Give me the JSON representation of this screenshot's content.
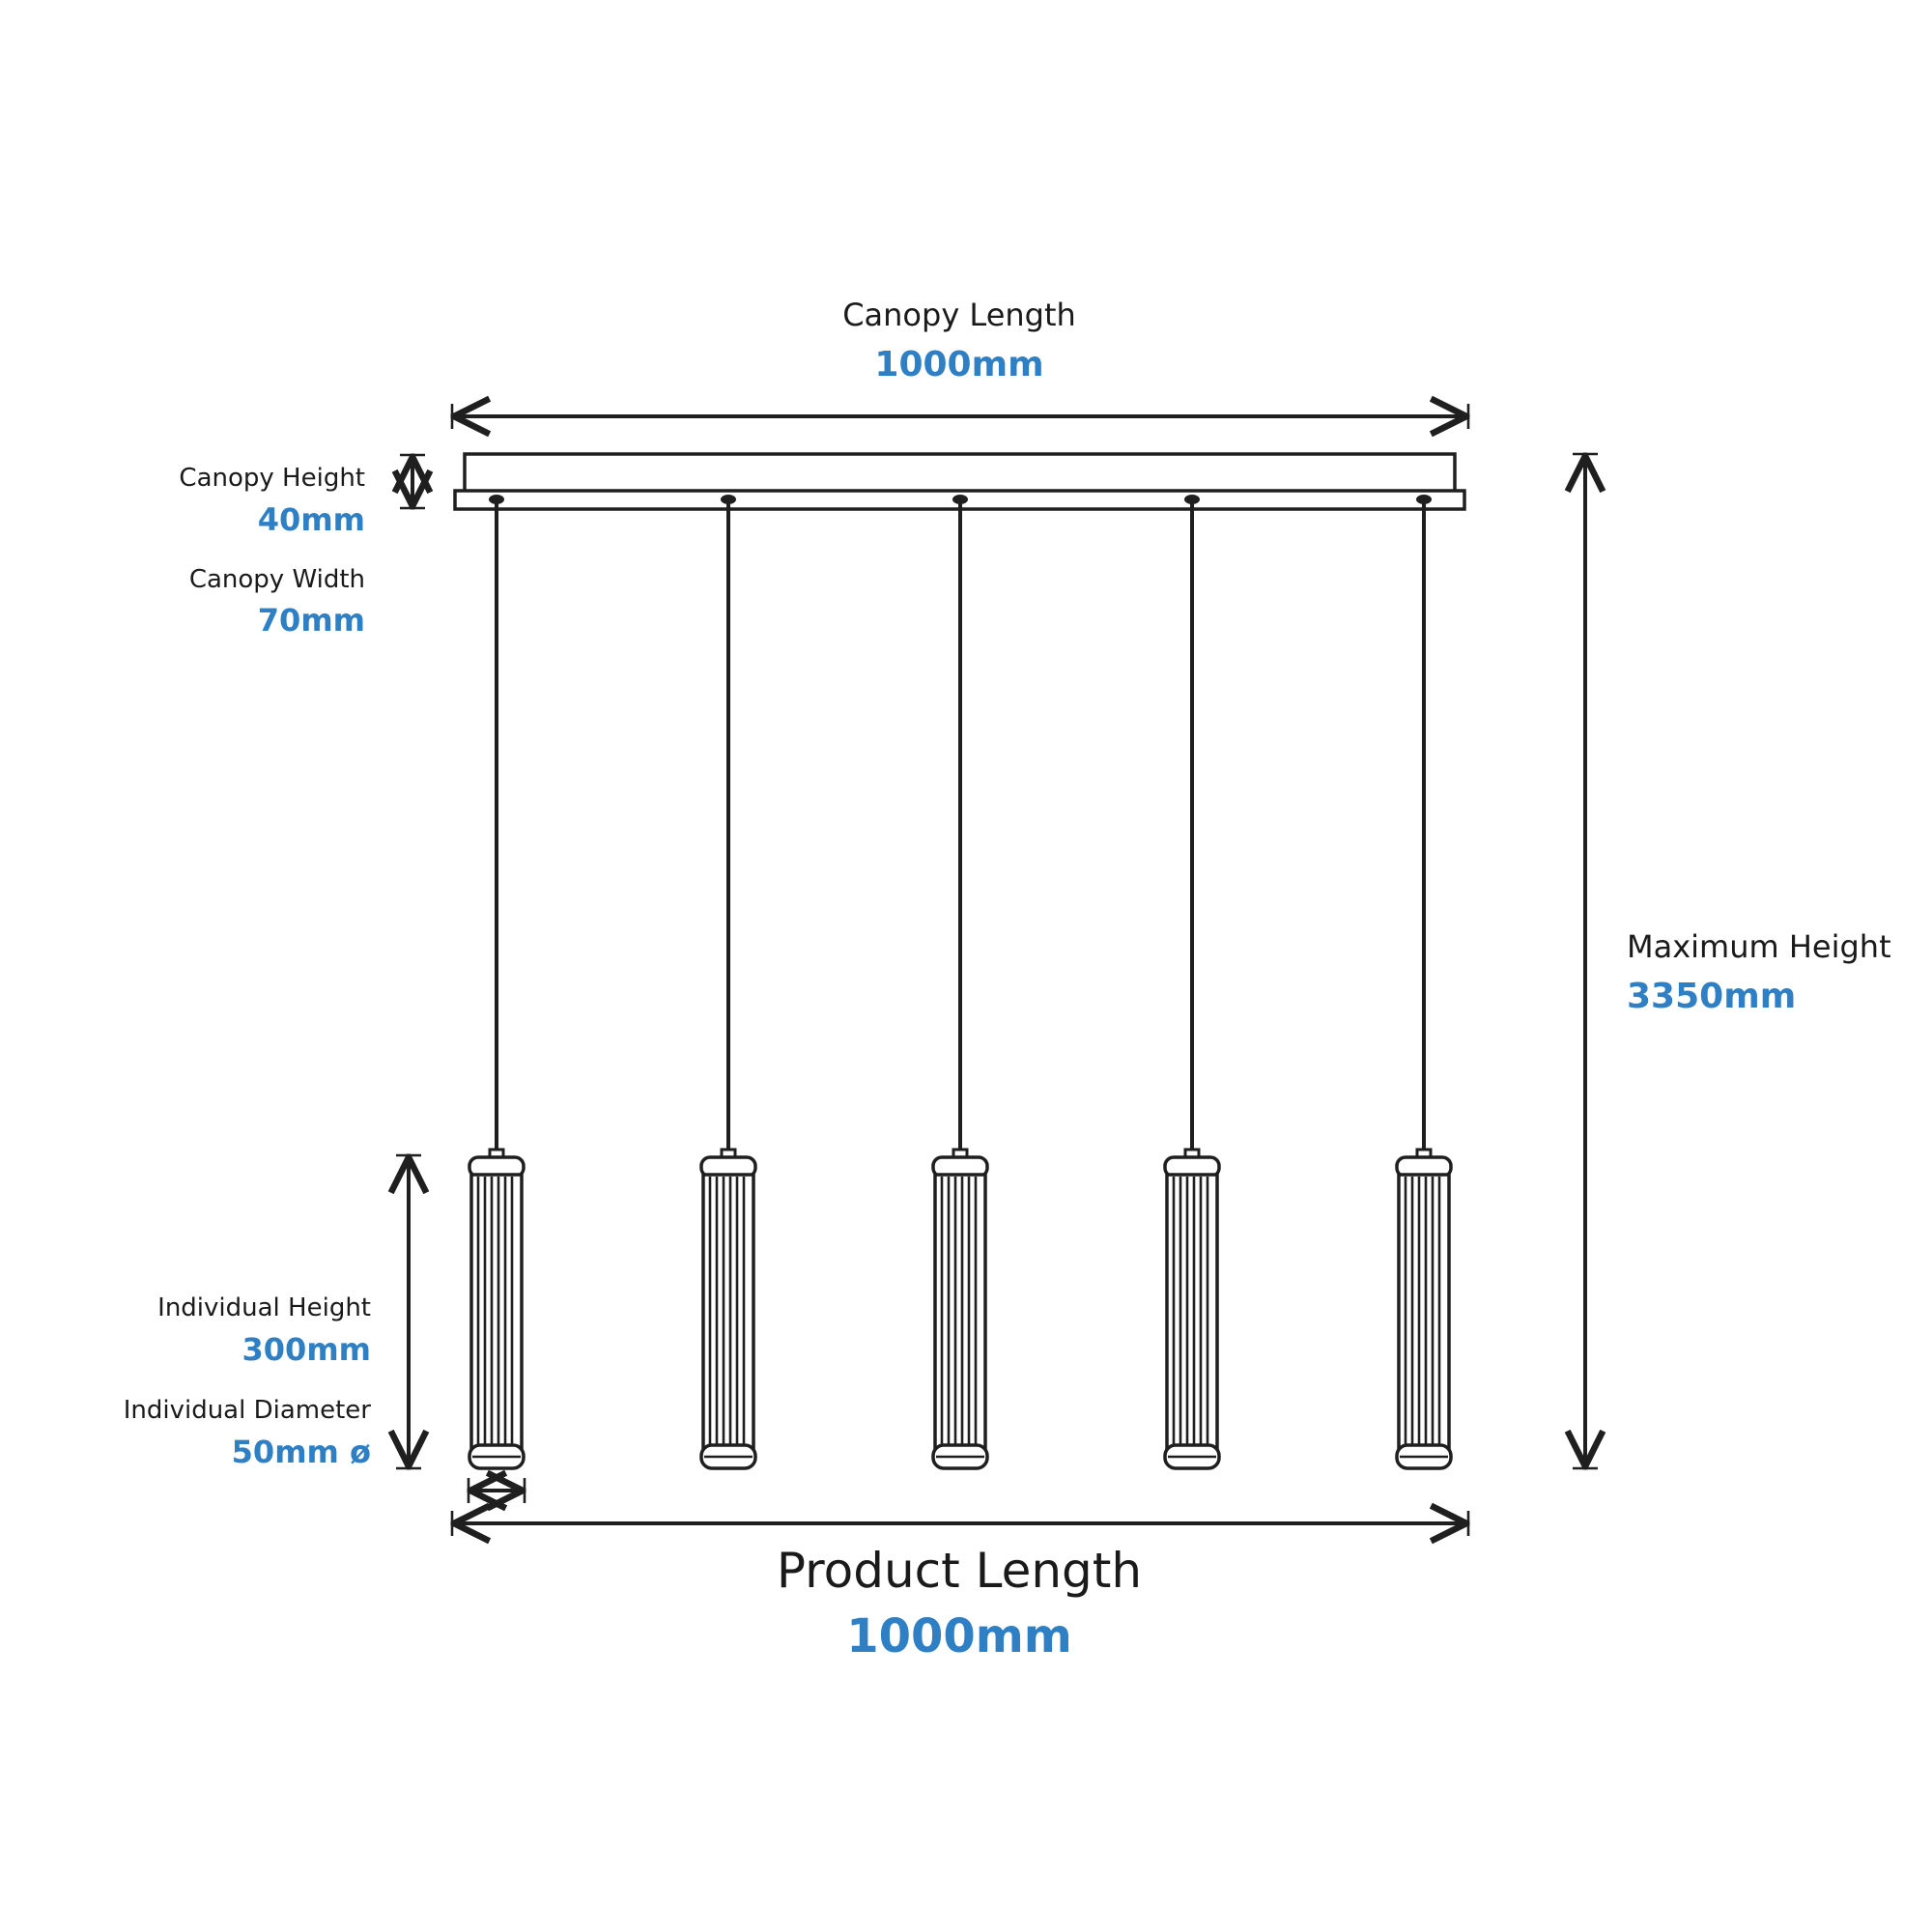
{
  "colors": {
    "line": "#1f1f1f",
    "text": "#1a1a1a",
    "accent": "#2f7fc4"
  },
  "dimensions": {
    "canopy_length": {
      "label": "Canopy Length",
      "value": "1000mm"
    },
    "canopy_height": {
      "label": "Canopy Height",
      "value": "40mm"
    },
    "canopy_width": {
      "label": "Canopy Width",
      "value": "70mm"
    },
    "maximum_height": {
      "label": "Maximum Height",
      "value": "3350mm"
    },
    "individual_height": {
      "label": "Individual Height",
      "value": "300mm"
    },
    "individual_diameter": {
      "label": "Individual Diameter",
      "value": "50mm ø"
    },
    "product_length": {
      "label": "Product Length",
      "value": "1000mm"
    }
  },
  "pendant_count": 5
}
